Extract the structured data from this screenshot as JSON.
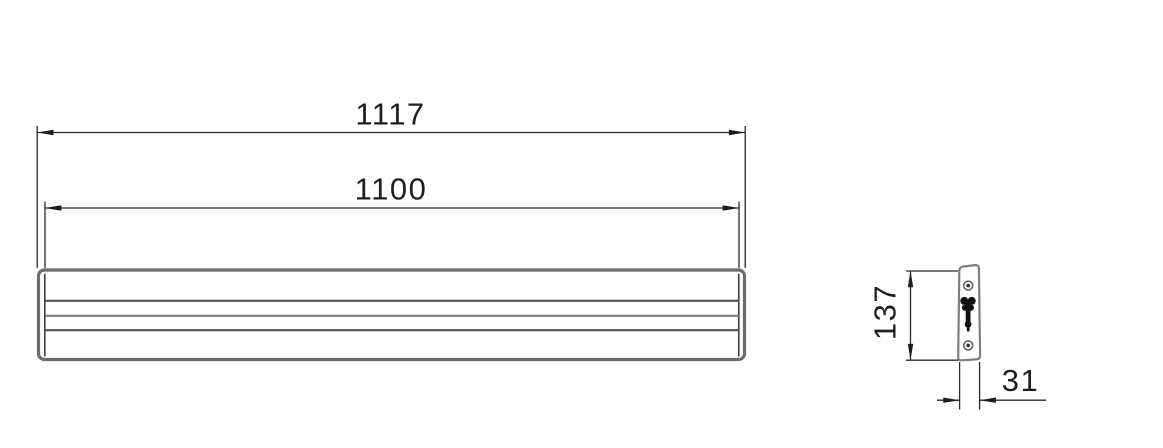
{
  "drawing": {
    "type": "technical-dimension-drawing",
    "front_view": {
      "dim_overall_length": "1117",
      "dim_slat_length": "1100"
    },
    "side_view": {
      "dim_height": "137",
      "dim_depth": "31"
    },
    "colors": {
      "background": "#ffffff",
      "dimension_line": "#2b2b2b",
      "dimension_text": "#1e1e1e",
      "bar_border": "#6b6b6b",
      "slat_line_dark": "#515151",
      "slat_line_light": "#7d7d7d",
      "plate_outline": "#7e7e7e",
      "keyhole_slot_fill": "#0f0f0f"
    }
  }
}
